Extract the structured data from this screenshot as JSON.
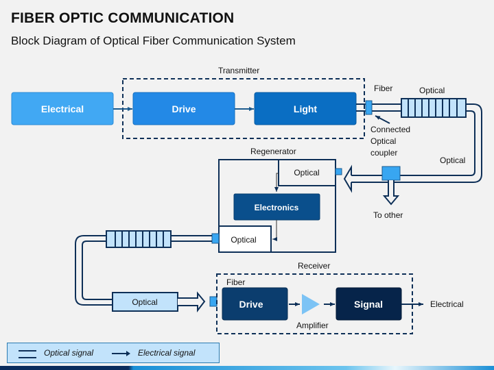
{
  "header": {
    "title": "FIBER OPTIC COMMUNICATION",
    "subtitle": "Block Diagram of Optical Fiber Communication System"
  },
  "transmitter": {
    "group_label": "Transmitter",
    "input_box": "Electrical",
    "drive_box": "Drive",
    "light_box": "Light"
  },
  "fiber_link": {
    "fiber_label": "Fiber",
    "optical_label_top": "Optical",
    "coupler_label_line1": "Connected",
    "coupler_label_line2": "Optical",
    "coupler_label_line3": "coupler",
    "optical_label_right": "Optical",
    "branch_label": "To other"
  },
  "regenerator": {
    "group_label": "Regenerator",
    "optical_in": "Optical",
    "electronics": "Electronics",
    "optical_out": "Optical"
  },
  "return_link": {
    "optical_box": "Optical"
  },
  "receiver": {
    "group_label": "Receiver",
    "fiber_label": "Fiber",
    "drive_box": "Drive",
    "amplifier_label": "Amplifier",
    "signal_box": "Signal",
    "output_label": "Electrical"
  },
  "legend": {
    "optical_signal": "Optical  signal",
    "electrical_signal": "Electrical signal"
  },
  "colors": {
    "electrical_box": "#41a8f3",
    "tx_drive_box": "#2389e6",
    "light_box": "#0a6ec3",
    "electronics_box": "#0a4f8c",
    "rx_drive_box": "#0b3d6e",
    "signal_box": "#06244a",
    "line_dark": "#0d2f57",
    "coupler": "#38a6f1",
    "attenuator_fill": "#c2e3fb"
  }
}
